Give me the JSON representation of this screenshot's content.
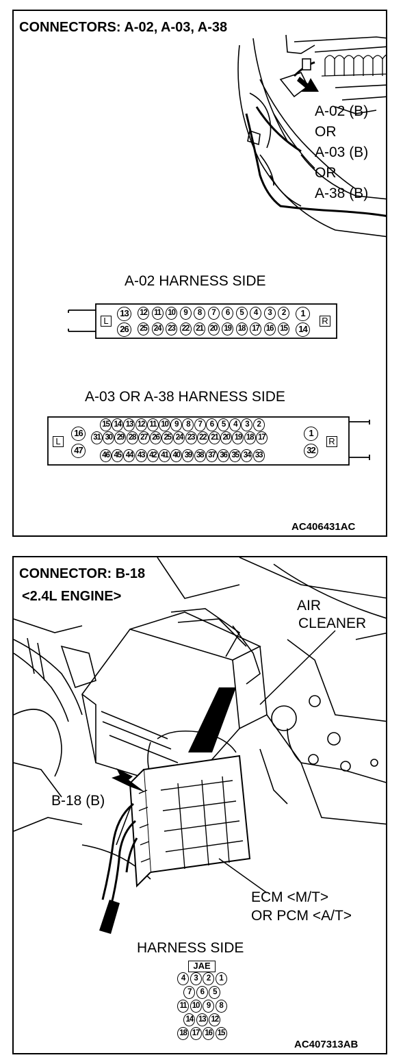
{
  "panel1": {
    "title": "CONNECTORS: A-02, A-03, A-38",
    "callout": [
      "A-02 (B)",
      "OR",
      "A-03 (B)",
      "OR",
      "A-38 (B)"
    ],
    "a02": {
      "heading": "A-02 HARNESS SIDE",
      "left_tag": "L",
      "right_tag": "R",
      "top_row": [
        "13",
        "12",
        "11",
        "10",
        "9",
        "8",
        "7",
        "6",
        "5",
        "4",
        "3",
        "2",
        "1"
      ],
      "bottom_row": [
        "26",
        "25",
        "24",
        "23",
        "22",
        "21",
        "20",
        "19",
        "18",
        "17",
        "16",
        "15",
        "14"
      ]
    },
    "a03": {
      "heading": "A-03 OR A-38 HARNESS SIDE",
      "left_tag": "L",
      "right_tag": "R",
      "side_left": [
        "16",
        "47"
      ],
      "side_right": [
        "1",
        "32"
      ],
      "row1": [
        "15",
        "14",
        "13",
        "12",
        "11",
        "10",
        "9",
        "8",
        "7",
        "6",
        "5",
        "4",
        "3",
        "2"
      ],
      "row2": [
        "31",
        "30",
        "29",
        "28",
        "27",
        "26",
        "25",
        "24",
        "23",
        "22",
        "21",
        "20",
        "19",
        "18",
        "17"
      ],
      "row3": [
        "46",
        "45",
        "44",
        "43",
        "42",
        "41",
        "40",
        "39",
        "38",
        "37",
        "36",
        "35",
        "34",
        "33"
      ]
    },
    "code": "AC406431AC"
  },
  "panel2": {
    "title": "CONNECTOR: B-18",
    "subtitle": "<2.4L ENGINE>",
    "air_cleaner": [
      "AIR",
      "CLEANER"
    ],
    "b18": "B-18 (B)",
    "ecm": [
      "ECM <M/T>",
      "OR PCM <A/T>"
    ],
    "harness_heading": "HARNESS SIDE",
    "jae": "JAE",
    "rows": [
      [
        "4",
        "3",
        "2",
        "1"
      ],
      [
        "7",
        "6",
        "5"
      ],
      [
        "11",
        "10",
        "9",
        "8"
      ],
      [
        "14",
        "13",
        "12"
      ],
      [
        "18",
        "17",
        "16",
        "15"
      ]
    ],
    "code": "AC407313AB"
  }
}
